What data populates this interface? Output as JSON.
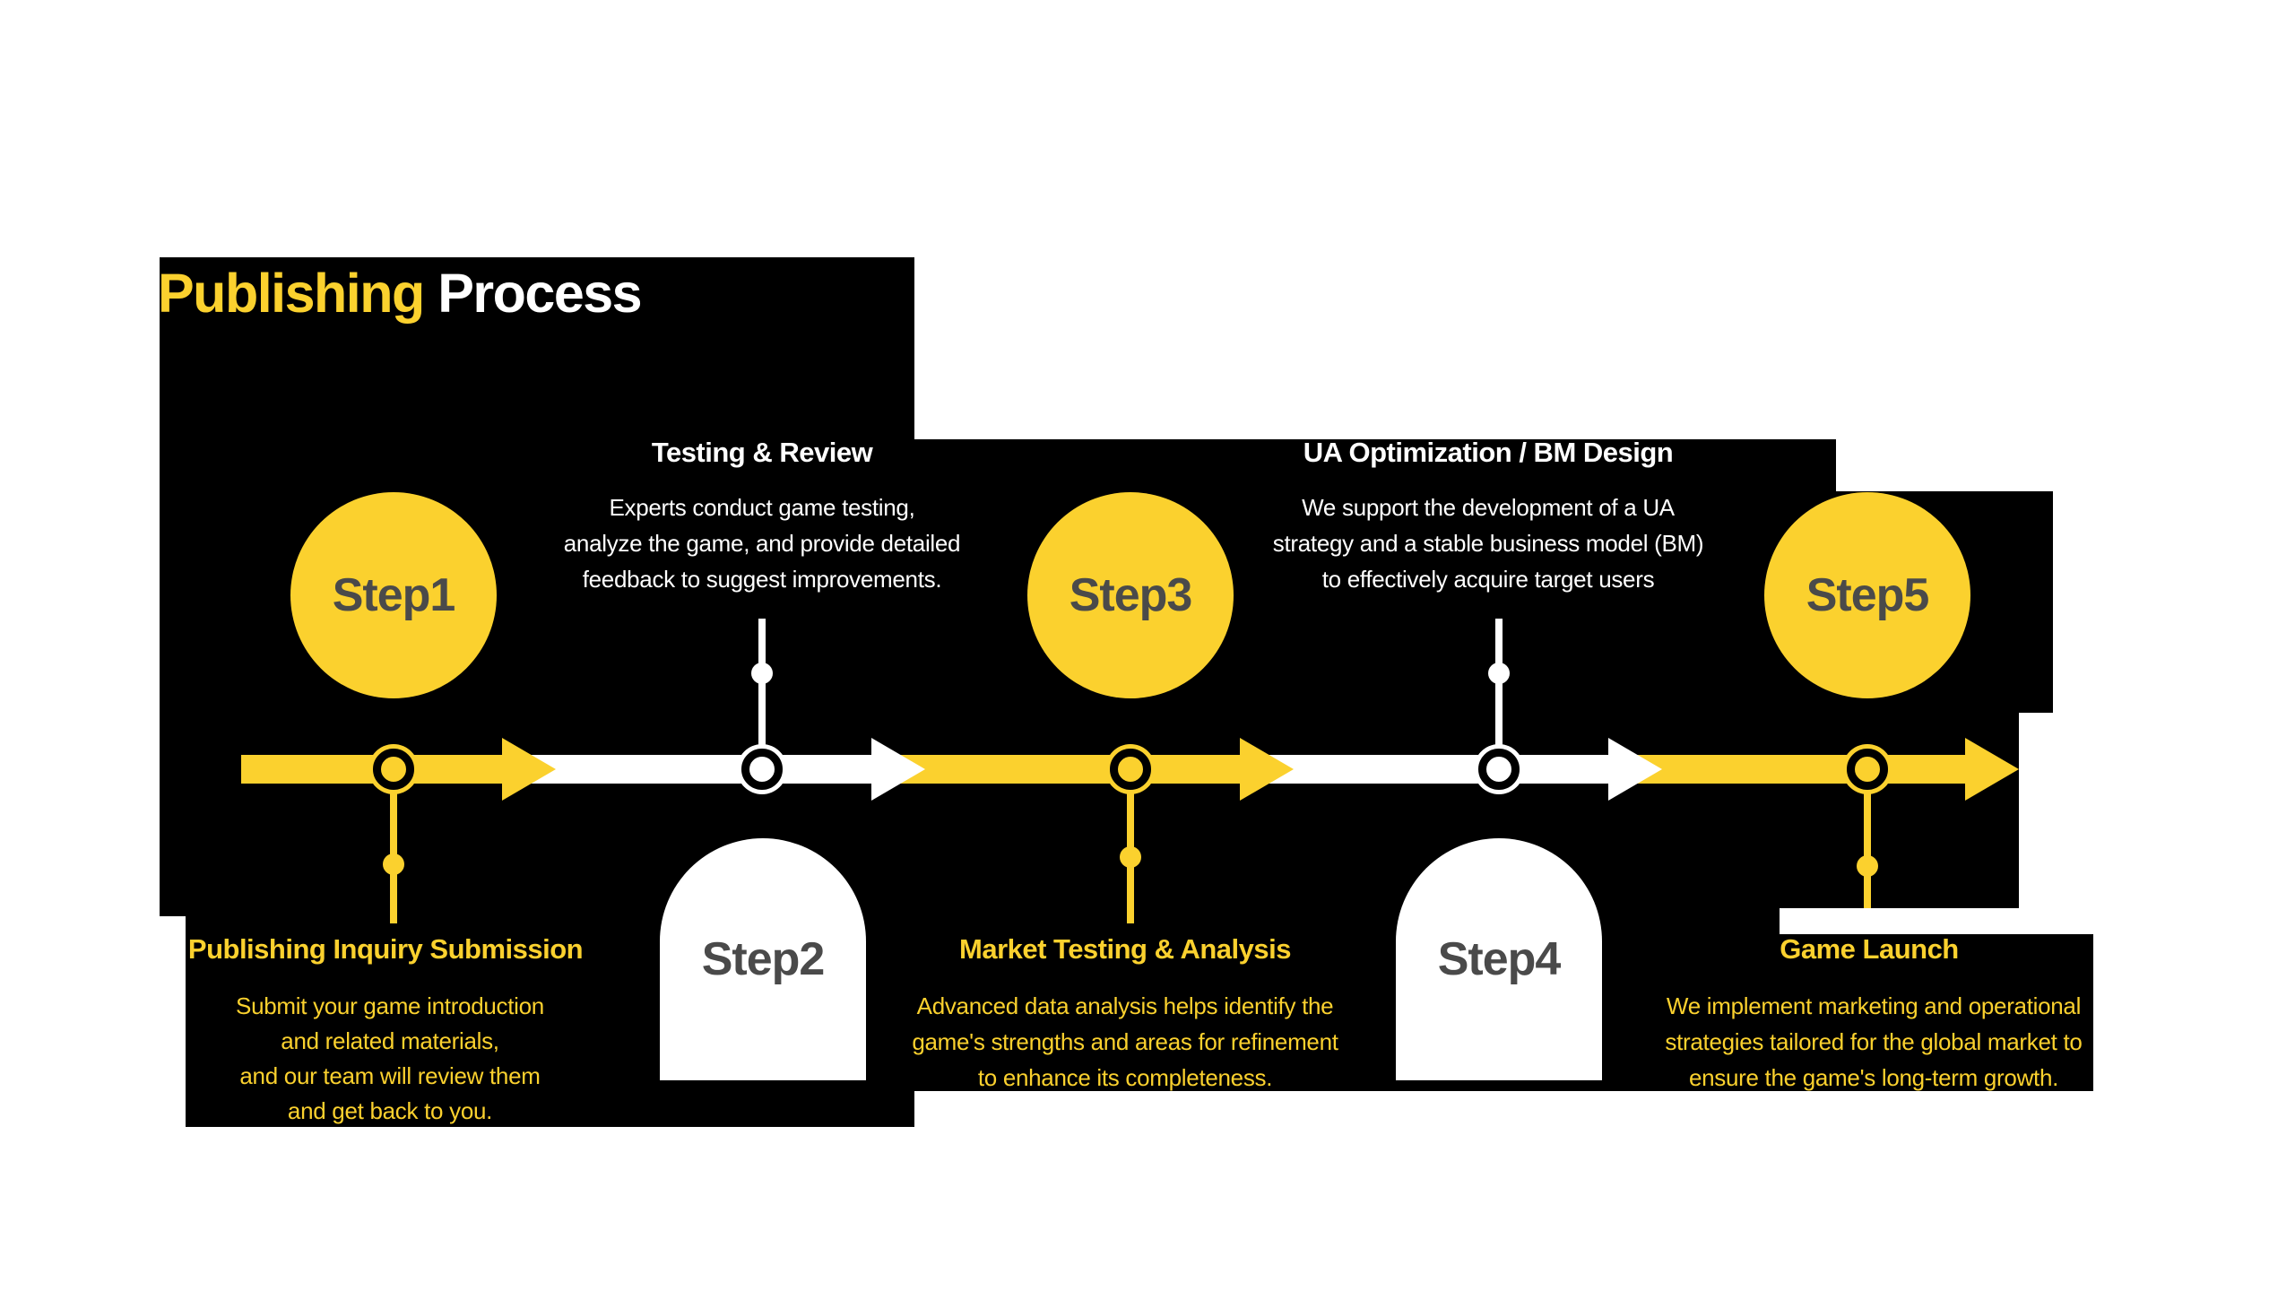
{
  "title": {
    "highlight": "Publishing",
    "rest": " Process"
  },
  "colors": {
    "yellow": "#FBD12E",
    "black": "#000000",
    "white": "#FFFFFF",
    "step_text": "#4A4A4A"
  },
  "steps": [
    {
      "label": "Step1",
      "shape": "circle",
      "color": "yellow",
      "position": "above-line"
    },
    {
      "label": "Step2",
      "shape": "dome",
      "color": "white",
      "position": "below-line"
    },
    {
      "label": "Step3",
      "shape": "circle",
      "color": "yellow",
      "position": "above-line"
    },
    {
      "label": "Step4",
      "shape": "dome",
      "color": "white",
      "position": "below-line"
    },
    {
      "label": "Step5",
      "shape": "circle",
      "color": "yellow",
      "position": "above-line"
    }
  ],
  "stages": [
    {
      "step": 1,
      "title": "Publishing Inquiry Submission",
      "lines": [
        "Submit your game introduction",
        "and related materials,",
        "and our team will review them",
        "and get back to you."
      ],
      "placement": "below-timeline"
    },
    {
      "step": 2,
      "title": "Testing & Review",
      "lines": [
        "Experts conduct game testing,",
        "analyze the game, and provide detailed",
        "feedback to suggest improvements."
      ],
      "placement": "above-timeline"
    },
    {
      "step": 3,
      "title": "Market Testing & Analysis",
      "lines": [
        "Advanced data analysis helps identify the",
        "game's strengths and areas for refinement",
        "to enhance its completeness."
      ],
      "placement": "below-timeline"
    },
    {
      "step": 4,
      "title": "UA Optimization / BM Design",
      "lines": [
        "We support the development of a UA",
        "strategy and a stable business model (BM)",
        "to effectively acquire target users"
      ],
      "placement": "above-timeline"
    },
    {
      "step": 5,
      "title": "Game Launch",
      "lines": [
        "We implement marketing and operational",
        "strategies tailored for the global market to",
        "ensure the game's long-term growth."
      ],
      "placement": "below-timeline"
    }
  ]
}
